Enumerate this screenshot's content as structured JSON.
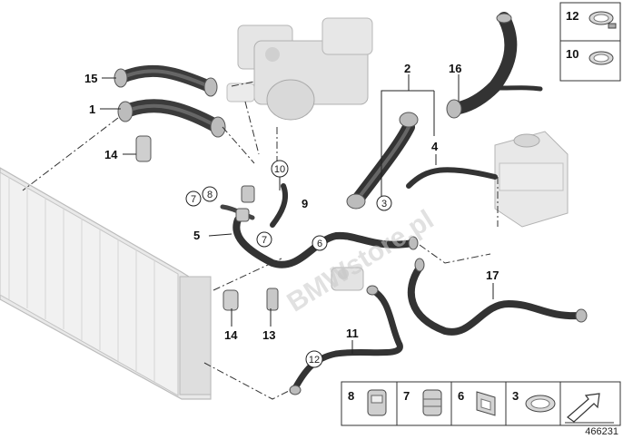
{
  "callouts": {
    "c1": "1",
    "c2": "2",
    "c3": "3",
    "c4": "4",
    "c5": "5",
    "c6": "6",
    "c7a": "7",
    "c7b": "7",
    "c8": "8",
    "c9": "9",
    "c10": "10",
    "c11": "11",
    "c12": "12",
    "c13": "13",
    "c14a": "14",
    "c14b": "14",
    "c15": "15",
    "c16": "16",
    "c17": "17"
  },
  "legend_top": {
    "a": "12",
    "b": "10"
  },
  "legend_bottom": {
    "a": "8",
    "b": "7",
    "c": "6",
    "d": "3"
  },
  "watermark": "BMWstore.pl",
  "diagram_id": "466231"
}
